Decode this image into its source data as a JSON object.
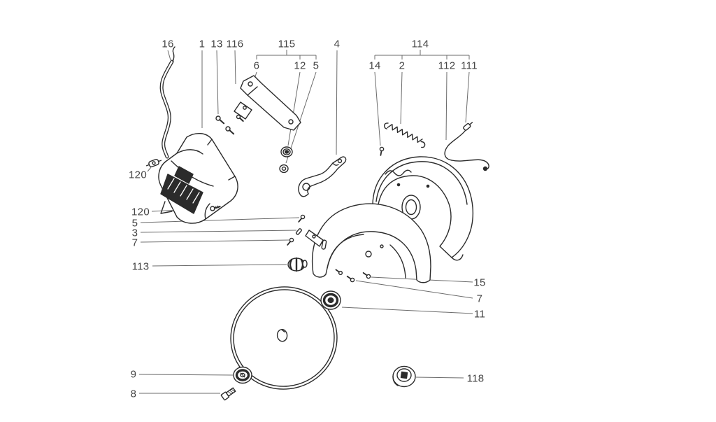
{
  "page": {
    "background": "#ffffff",
    "line_color": "#2b2b2b",
    "leader_color": "#6b6b6b",
    "label_color": "#444444"
  },
  "diagram": {
    "type": "exploded-parts-diagram",
    "part_labels": [
      {
        "text": "16"
      },
      {
        "text": "1"
      },
      {
        "text": "13"
      },
      {
        "text": "116"
      },
      {
        "text": "115"
      },
      {
        "text": "6"
      },
      {
        "text": "12"
      },
      {
        "text": "5"
      },
      {
        "text": "4"
      },
      {
        "text": "114"
      },
      {
        "text": "14"
      },
      {
        "text": "2"
      },
      {
        "text": "112"
      },
      {
        "text": "111"
      },
      {
        "text": "120"
      },
      {
        "text": "120"
      },
      {
        "text": "5"
      },
      {
        "text": "3"
      },
      {
        "text": "7"
      },
      {
        "text": "113"
      },
      {
        "text": "15"
      },
      {
        "text": "7"
      },
      {
        "text": "11"
      },
      {
        "text": "9"
      },
      {
        "text": "8"
      },
      {
        "text": "118"
      }
    ]
  }
}
